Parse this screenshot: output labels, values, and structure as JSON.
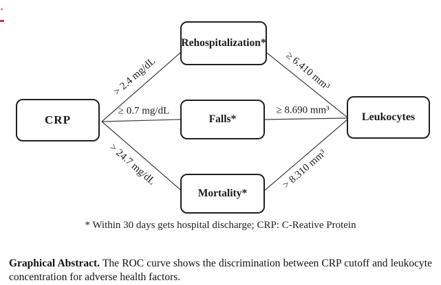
{
  "diagram": {
    "nodes": {
      "crp": "CRP",
      "rehospitalization": "Rehospitalization*",
      "falls": "Falls*",
      "mortality": "Mortality*",
      "leukocytes": "Leukocytes"
    },
    "edges": [
      {
        "from": "CRP",
        "to": "Rehospitalization*",
        "label": "> 2.4 mg/dL"
      },
      {
        "from": "CRP",
        "to": "Falls*",
        "label": "≥ 0.7 mg/dL"
      },
      {
        "from": "CRP",
        "to": "Mortality*",
        "label": "> 24.7 mg/dL"
      },
      {
        "from": "Rehospitalization*",
        "to": "Leukocytes",
        "label": "≥ 6.410 mm³"
      },
      {
        "from": "Falls*",
        "to": "Leukocytes",
        "label": "≥ 8.690 mm³"
      },
      {
        "from": "Mortality*",
        "to": "Leukocytes",
        "label": "> 8.310 mm³"
      }
    ],
    "footnote": "* Within 30 days gets hospital discharge; CRP: C-Reative Protein",
    "line_color": "#3c3c3c"
  },
  "caption": {
    "title": "Graphical Abstract.",
    "text": "The ROC curve shows the discrimination between CRP cutoff and leukocyte concentration for adverse health factors."
  }
}
